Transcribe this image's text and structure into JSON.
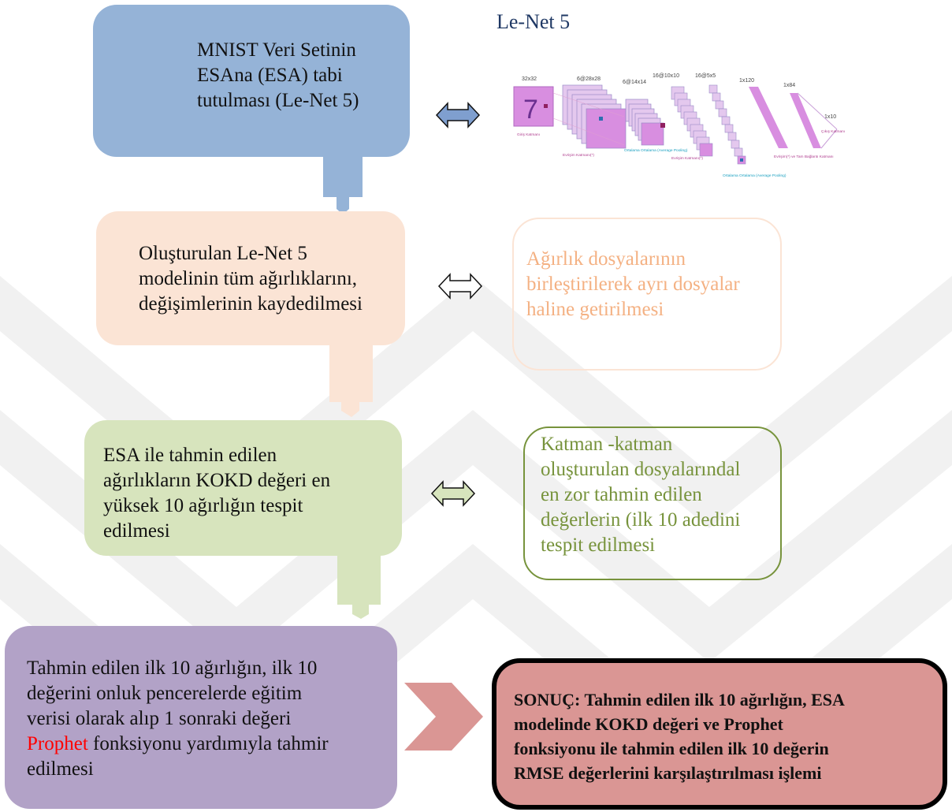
{
  "header": {
    "lenet_title": "Le-Net 5"
  },
  "boxes": {
    "mnist": {
      "lines": [
        "MNIST Veri Setinin",
        "ESAna (ESA) tabi",
        "tutulması (Le-Net 5)"
      ]
    },
    "weights_record": {
      "lines": [
        "Oluşturulan Le-Net 5",
        "modelinin tüm ağırlıklarını,",
        "değişimlerinin kaydedilmesi"
      ]
    },
    "files_merge": {
      "lines": [
        "Ağırlık dosyalarının",
        "birleştirilerek ayrı dosyalar",
        "haline getirilmesi"
      ]
    },
    "esa_predict": {
      "lines": [
        "ESA ile tahmin edilen",
        "ağırlıkların KOKD değeri en",
        "yüksek 10 ağırlığın tespit",
        "edilmesi"
      ]
    },
    "layer_files": {
      "lines": [
        "Katman -katman",
        "oluşturulan dosyalarındal",
        "en zor   tahmin edilen",
        "değerlerin (ilk 10 adedini",
        "tespit edilmesi"
      ]
    },
    "prophet": {
      "line1": "Tahmin edilen ilk 10 ağırlığın, ilk 10",
      "line2": "değerini onluk pencerelerde eğitim",
      "line3": "verisi olarak alıp 1 sonraki değeri",
      "line4_red": "Prophet",
      "line4_rest": " fonksiyonu yardımıyla tahmir",
      "line5": "edilmesi"
    },
    "result": {
      "lines": [
        "SONUÇ: Tahmin edilen ilk 10 ağırlığın, ESA",
        "modelinde KOKD değeri ve Prophet",
        "fonksiyonu ile tahmin edilen ilk 10 değerin",
        "RMSE değerlerini karşılaştırılması işlemi"
      ]
    }
  },
  "lenet": {
    "labels": [
      "32x32",
      "6@28x28",
      "6@14x14",
      "16@10x10",
      "16@5x5",
      "1x120",
      "1x84",
      "1x10"
    ],
    "layer_names": [
      "Giriş Katmanı",
      "Evrişim Katmanı(*)",
      "Ortalama Ortalama (Average Pooling)",
      "Evrişim Katmanı(*)",
      "Ortalama Ortalama (Average Pooling)",
      "Evrişim(*) ve Tam Bağlantı Katmanı",
      "Çıkış Katmanı"
    ],
    "digit": "7"
  },
  "colors": {
    "blue": "#95b3d7",
    "peach": "#fbe4d5",
    "green": "#d7e4bd",
    "purple": "#b2a2c7",
    "red_box": "#da9694",
    "green_text": "#77933c",
    "peach_text": "#f4b183",
    "title_blue": "#1f3864",
    "prophet_red": "#ff0000"
  }
}
